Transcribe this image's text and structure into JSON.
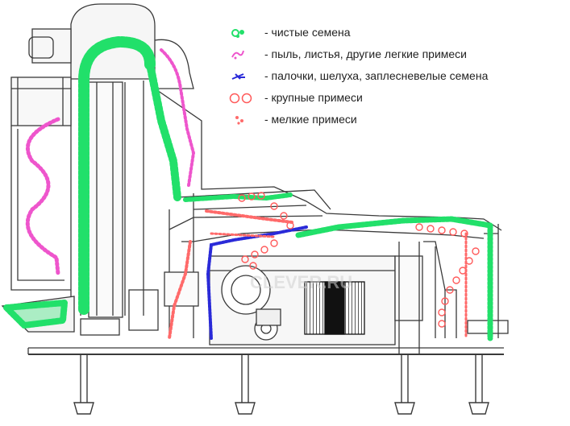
{
  "legend": {
    "items": [
      {
        "key": "clean",
        "label": "- чистые семена",
        "color": "#22e06a",
        "icon": "green-seed-icon"
      },
      {
        "key": "dust",
        "label": "- пыль, листья, другие легкие примеси",
        "color": "#ee55cc",
        "icon": "pink-dust-icon"
      },
      {
        "key": "sticks",
        "label": "- палочки, шелуха, заплесневелые семена",
        "color": "#2a2ad8",
        "icon": "blue-sticks-icon"
      },
      {
        "key": "large",
        "label": "- крупные примеси",
        "color": "#ff5a5a",
        "icon": "red-circles-icon"
      },
      {
        "key": "small",
        "label": "- мелкие примеси",
        "color": "#ff6a6a",
        "icon": "red-dots-icon"
      }
    ]
  },
  "watermark": "CLEVER.RU",
  "colors": {
    "machine_line": "#3a3a3a",
    "fill_gray": "#f4f4f4"
  }
}
